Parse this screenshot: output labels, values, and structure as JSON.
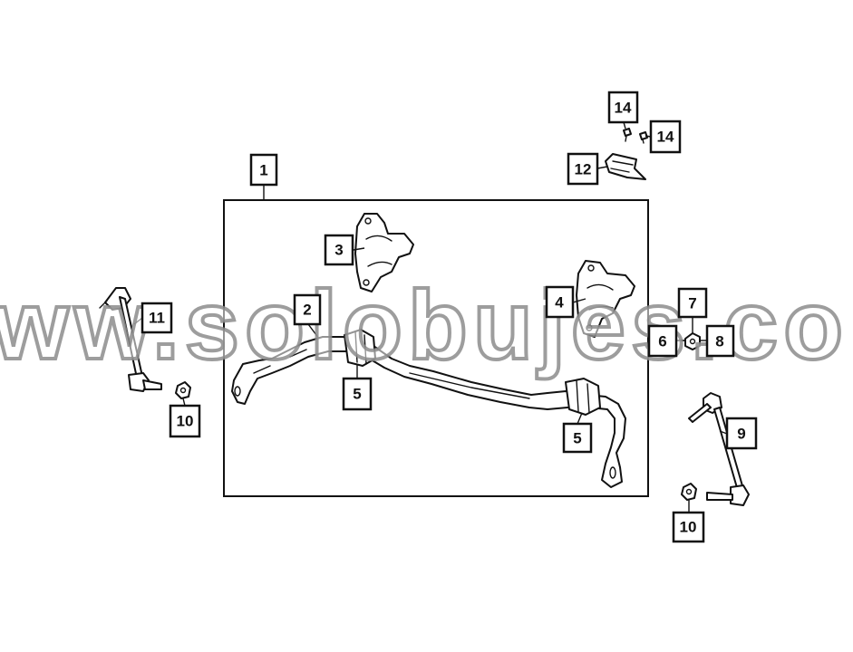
{
  "diagram": {
    "callouts": [
      {
        "id": "c1",
        "label": "1"
      },
      {
        "id": "c2",
        "label": "2"
      },
      {
        "id": "c3",
        "label": "3"
      },
      {
        "id": "c4",
        "label": "4"
      },
      {
        "id": "c5a",
        "label": "5"
      },
      {
        "id": "c5b",
        "label": "5"
      },
      {
        "id": "c6",
        "label": "6"
      },
      {
        "id": "c7",
        "label": "7"
      },
      {
        "id": "c8",
        "label": "8"
      },
      {
        "id": "c9",
        "label": "9"
      },
      {
        "id": "c10a",
        "label": "10"
      },
      {
        "id": "c10b",
        "label": "10"
      },
      {
        "id": "c11",
        "label": "11"
      },
      {
        "id": "c12",
        "label": "12"
      },
      {
        "id": "c14a",
        "label": "14"
      },
      {
        "id": "c14b",
        "label": "14"
      }
    ]
  },
  "watermark": {
    "text": "www.solobujes.com"
  }
}
